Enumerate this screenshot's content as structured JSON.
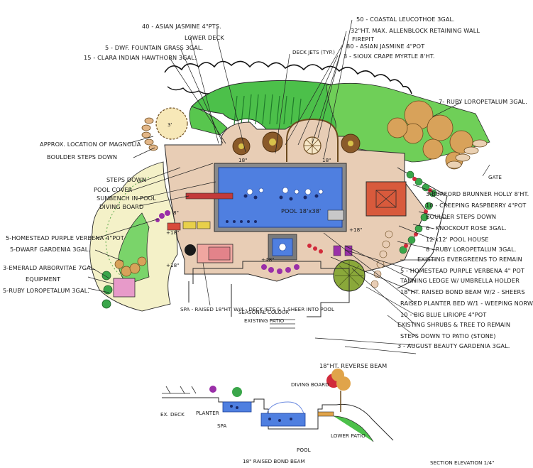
{
  "labels": {
    "asian_jasmine_top": "40 - ASIAN JASMINE 4\"PTS.",
    "lower_deck": "LOWER DECK",
    "fountain_grass": "5 - DWF. FOUNTAIN GRASS 3GAL.",
    "indian_hawthorn": "15 - CLARA INDIAN HAWTHORN 3GAL.",
    "deck_jets": "DECK JETS (TYP.)",
    "magnolia": "APPROX. LOCATION OF MAGNOLIA",
    "boulder_steps_left": "BOULDER STEPS DOWN",
    "steps_down": "STEPS DOWN",
    "pool_cover": "POOL COVER",
    "sunbench": "SUNBENCH IN POOL",
    "diving_board": "DIVING BOARD",
    "homestead_left": "5-HOMESTEAD PURPLE VERBENA 4\"POT",
    "dwarf_gardenia": "5-DWARF GARDENIA 3GAL.",
    "emerald_arborvitae": "3-EMERALD ARBORVITAE 7GAL.",
    "equipment": "EQUIPMENT",
    "ruby_loropetalum_left": "5-RUBY LOROPETALUM 3GAL.",
    "spa": "SPA - RAISED 18\"HT. W/4 - DECK JETS & 1 SHEER INTO POOL",
    "seasonal_colour": "SEASONAL COLOUR",
    "existing_patio": "EXISTING PATIO",
    "coastal_leucothoe": "50 - COASTAL LEUCOTHOE 3GAL.",
    "retaining_wall": "32\"HT. MAX. ALLENBLOCK RETAINING WALL",
    "firepit": "FIREPIT",
    "asian_jasmine_right": "80 - ASIAN JASMINE 4\"POT",
    "crape_myrtle": "3 - SIOUX CRAPE MYRTLE 8'HT.",
    "ruby_loropetalum_top": "7- RUBY LOROPETALUM 3GAL.",
    "gate": "GATE",
    "brunner_holly": "3-BURFORD BRUNNER HOLLY 8'HT.",
    "creeping_raspberry": "10 - CREEPING RASPBERRY 4\"POT",
    "boulder_steps_right": "BOULDER STEPS DOWN",
    "knockout_rose": "6 - KNOCKOUT ROSE 3GAL.",
    "pool_house": "12'x12' POOL HOUSE",
    "ruby_loropetalum_right": "8 - RUBY LOROPETALUM 3GAL.",
    "existing_evergreens": "EXISTING EVERGREENS TO REMAIN",
    "homestead_right": "5 - HOMESTEAD PURPLE VERBENA 4\" POT",
    "tanning_ledge": "TANNING LEDGE W/ UMBRELLA HOLDER",
    "bond_beam": "18\"HT. RAISED BOND BEAM W/2 - SHEERS",
    "raised_planter": "RAISED PLANTER BED W/1 - WEEPING NORWAY",
    "liriope": "10 - BIG BLUE LIRIOPE 4\"POT",
    "existing_shrubs": "EXISTING SHRUBS & TREE TO REMAIN",
    "steps_to_patio": "STEPS DOWN TO PATIO (STONE)",
    "august_beauty": "3 - AUGUST BEAUTY GARDENIA 3GAL.",
    "pool": "POOL 18'x38'",
    "dim_18": "18\"",
    "dim_8": "8\"",
    "dim_p18": "+18\"",
    "dim_48": "+48\"",
    "dim_p18b": "+18\""
  },
  "section": {
    "reverse_beam": "18\"HT. REVERSE BEAM",
    "diving_board": "DIVING BOARD",
    "ex_deck": "EX. DECK",
    "planter": "PLANTER",
    "spa": "SPA",
    "pool": "POOL",
    "lower_patio": "LOWER PATIO",
    "bond_beam": "18\" RAISED BOND BEAM",
    "title": "SECTION ELEVATION 1/4\""
  },
  "colors": {
    "pool_blue": "#4f7fe0",
    "lawn_green": "#4cc04a",
    "deck_tan": "#e8cdb5",
    "outline": "#2a2a2a",
    "shrub_tan": "#d8a25a",
    "accent_red": "#d12a3a",
    "accent_purple": "#9a2fa8",
    "pool_house": "#d85a3c"
  }
}
